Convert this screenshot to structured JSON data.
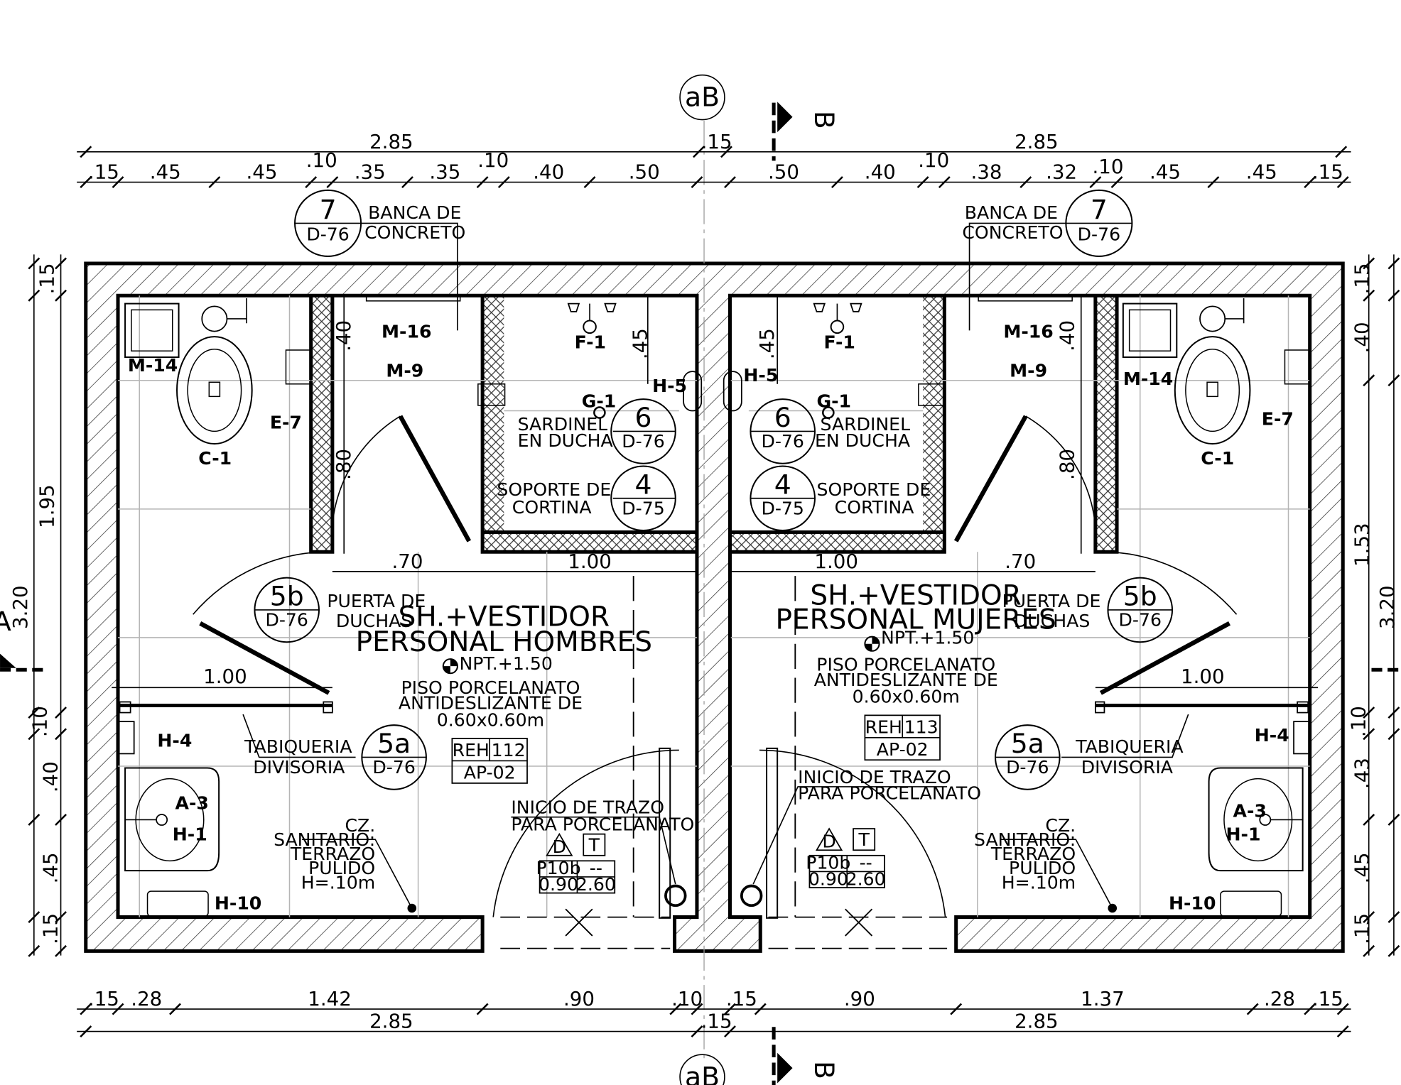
{
  "axis": {
    "top": "aB",
    "bottom": "aB",
    "section_top": "B",
    "section_bottom": "B",
    "section_left": "A"
  },
  "dims": {
    "top_total_left": "2.85",
    "top_total_right": "2.85",
    "top_mid": ".15",
    "top_left_parts": [
      ".15",
      ".45",
      ".45",
      ".10",
      ".35",
      ".35",
      ".10",
      ".40",
      ".50"
    ],
    "top_right_parts": [
      ".50",
      ".40",
      ".10",
      ".38",
      ".32",
      ".10",
      ".45",
      ".45",
      ".15"
    ],
    "bottom_total_left": "2.85",
    "bottom_total_right": "2.85",
    "bottom_mid": ".15",
    "bottom_left_parts": [
      ".15",
      ".28",
      "1.42",
      ".90",
      ".10"
    ],
    "bottom_right_parts": [
      ".15",
      ".90",
      "1.37",
      ".28",
      ".15"
    ],
    "left_total": "3.20",
    "left_mid": "1.95",
    "left_parts": [
      ".15",
      ".10",
      ".40",
      ".45",
      ".15"
    ],
    "right_total": "3.20",
    "right_mid": "1.53",
    "right_parts": [
      ".15",
      ".40",
      ".10",
      ".43",
      ".45",
      ".15"
    ],
    "inner": {
      "v40_l": ".40",
      "v80_l": ".80",
      "v45_l": ".45",
      "v40_r": ".40",
      "v80_r": ".80",
      "v45_r": ".45",
      "h70_l": ".70",
      "h100_l": "1.00",
      "h70_r": ".70",
      "h100_r": "1.00",
      "bench_l": "1.00",
      "bench_r": "1.00"
    }
  },
  "rooms": {
    "left": {
      "name1": "SH.+VESTIDOR",
      "name2": "PERSONAL HOMBRES",
      "level": "NPT.+1.50",
      "floor1": "PISO PORCELANATO",
      "floor2": "ANTIDESLIZANTE DE",
      "floor3": "0.60x0.60m",
      "code": "REH",
      "number": "112",
      "finish": "AP-02"
    },
    "right": {
      "name1": "SH.+VESTIDOR",
      "name2": "PERSONAL MUJERES",
      "level": "NPT.+1.50",
      "floor1": "PISO PORCELANATO",
      "floor2": "ANTIDESLIZANTE DE",
      "floor3": "0.60x0.60m",
      "code": "REH",
      "number": "113",
      "finish": "AP-02"
    }
  },
  "callouts": {
    "bench": {
      "num": "7",
      "sheet": "D-76",
      "t1": "BANCA DE",
      "t2": "CONCRETO"
    },
    "curb": {
      "num": "6",
      "sheet": "D-76",
      "t1": "SARDINEL",
      "t2": "EN DUCHA"
    },
    "curtain": {
      "num": "4",
      "sheet": "D-75",
      "t1": "SOPORTE DE",
      "t2": "CORTINA"
    },
    "door": {
      "num": "5b",
      "sheet": "D-76",
      "t1": "PUERTA DE",
      "t2": "DUCHAS"
    },
    "partition": {
      "num": "5a",
      "sheet": "D-76",
      "t1": "TABIQUERIA",
      "t2": "DIVISORIA"
    },
    "tile_start": {
      "t1": "INICIO DE TRAZO",
      "t2": "PARA PORCELANATO"
    },
    "baseboard": {
      "t1": "CZ.",
      "t2": "SANITARIO:",
      "t3": "TERRAZO",
      "t4": "PULIDO",
      "t5": "H=.10m"
    }
  },
  "door_tag": {
    "d": "D",
    "t": "T",
    "type": "P10b",
    "dash": "--",
    "w": "0.90",
    "h": "2.60"
  },
  "equipment": {
    "m14": "M-14",
    "m16": "M-16",
    "m9": "M-9",
    "c1": "C-1",
    "e7": "E-7",
    "f1": "F-1",
    "g1": "G-1",
    "h5": "H-5",
    "h4": "H-4",
    "a3": "A-3",
    "h1": "H-1",
    "h10": "H-10"
  }
}
